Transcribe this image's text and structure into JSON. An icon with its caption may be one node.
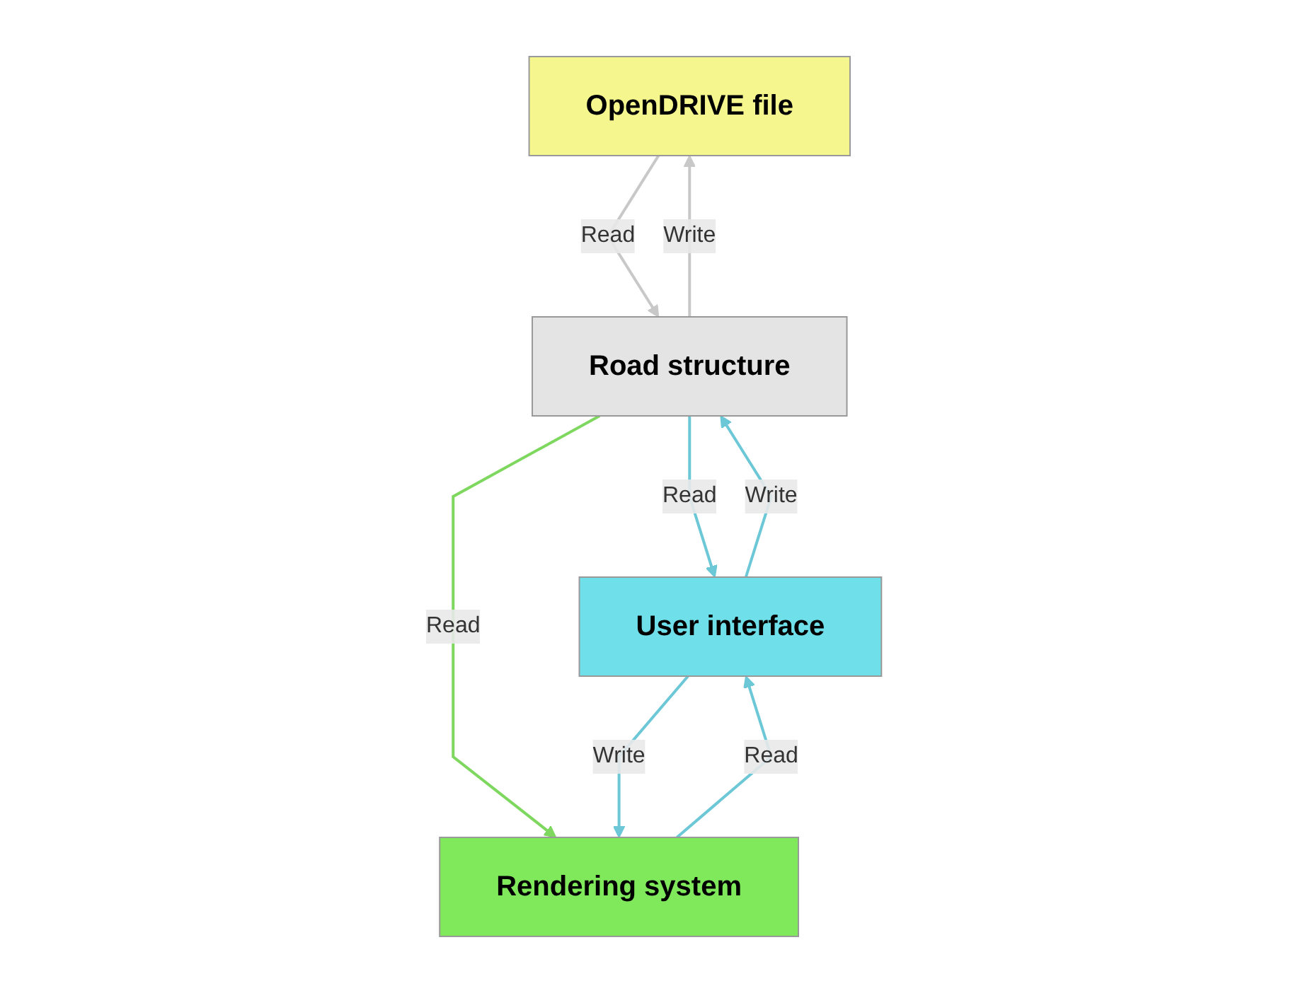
{
  "diagram": {
    "nodes": [
      {
        "text": [
          "OpenDRIVE file"
        ]
      },
      {
        "text": [
          "Road structure"
        ]
      },
      {
        "text": [
          "User interface"
        ]
      },
      {
        "text": [
          "Rendering system"
        ]
      }
    ],
    "edges": [
      {
        "from": 0,
        "to": 1,
        "arrow": "to",
        "label": "Read",
        "color": "#c8c8c8"
      },
      {
        "from": 1,
        "to": 0,
        "arrow": "to",
        "label": "Write",
        "color": "#c8c8c8"
      },
      {
        "from": 1,
        "to": 2,
        "arrow": "to",
        "label": "Read"
      },
      {
        "from": 2,
        "to": 1,
        "arrow": "to",
        "label": "Write"
      },
      {
        "from": 1,
        "to": 3,
        "arrow": "to",
        "label": "Read",
        "color": "#7ed85f"
      },
      {
        "from": 3,
        "to": 2,
        "arrow": "to",
        "label": "Read"
      },
      {
        "from": 2,
        "to": 3,
        "arrow": "to",
        "label": "Write"
      }
    ]
  }
}
